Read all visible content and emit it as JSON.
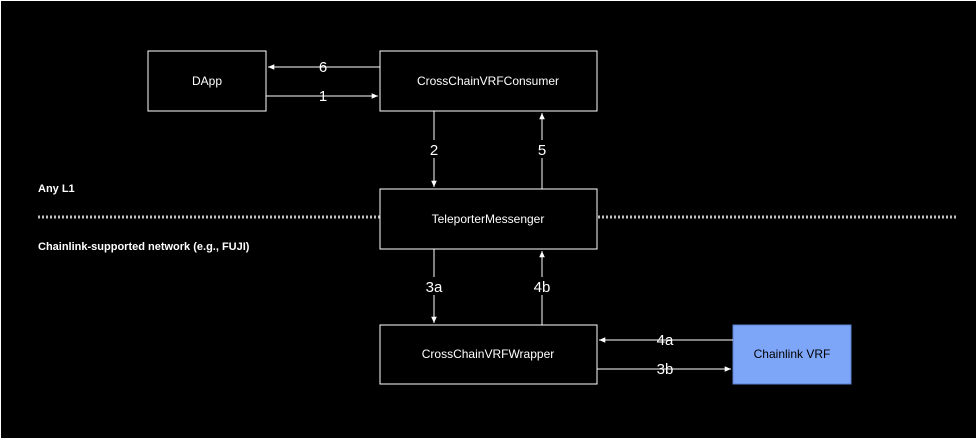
{
  "nodes": {
    "dapp": {
      "label": "DApp"
    },
    "consumer": {
      "label": "CrossChainVRFConsumer"
    },
    "teleporter": {
      "label": "TeleporterMessenger"
    },
    "wrapper": {
      "label": "CrossChainVRFWrapper"
    },
    "chainlink_vrf": {
      "label": "Chainlink VRF",
      "fill": "#7EA6F8"
    }
  },
  "edges": {
    "e1": {
      "label": "1"
    },
    "e2": {
      "label": "2"
    },
    "e3a": {
      "label": "3a"
    },
    "e3b": {
      "label": "3b"
    },
    "e4a": {
      "label": "4a"
    },
    "e4b": {
      "label": "4b"
    },
    "e5": {
      "label": "5"
    },
    "e6": {
      "label": "6"
    }
  },
  "zones": {
    "top": "Any L1",
    "bottom": "Chainlink-supported network (e.g., FUJI)"
  },
  "colors": {
    "background": "#000000",
    "stroke": "#ffffff",
    "accent": "#7EA6F8"
  }
}
